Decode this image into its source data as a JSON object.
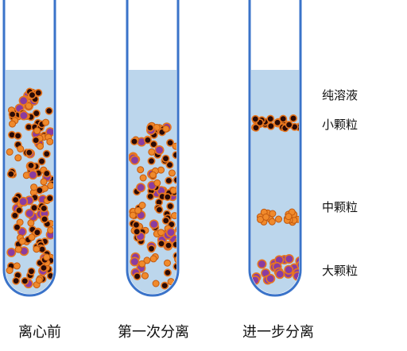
{
  "tubes": [
    {
      "caption": "离心前",
      "state": "uniform mixture"
    },
    {
      "caption": "第一次分离",
      "state": "mixture settled in lower part"
    },
    {
      "caption": "进一步分离",
      "state": "separated into bands"
    }
  ],
  "bands": [
    {
      "label": "纯溶液",
      "particle": "none"
    },
    {
      "label": "小颗粒",
      "particle": "small"
    },
    {
      "label": "中颗粒",
      "particle": "medium"
    },
    {
      "label": "大颗粒",
      "particle": "large"
    }
  ],
  "colors": {
    "tube_outline": "#3a73c9",
    "liquid": "#bcd6ec",
    "small_particle": "#2a0a06",
    "small_particle_ring": "#e8761f",
    "medium_particle": "#f08a2c",
    "medium_particle_ring": "#c2590f",
    "large_particle": "#8a3ca0",
    "large_particle_ring": "#e8761f"
  }
}
